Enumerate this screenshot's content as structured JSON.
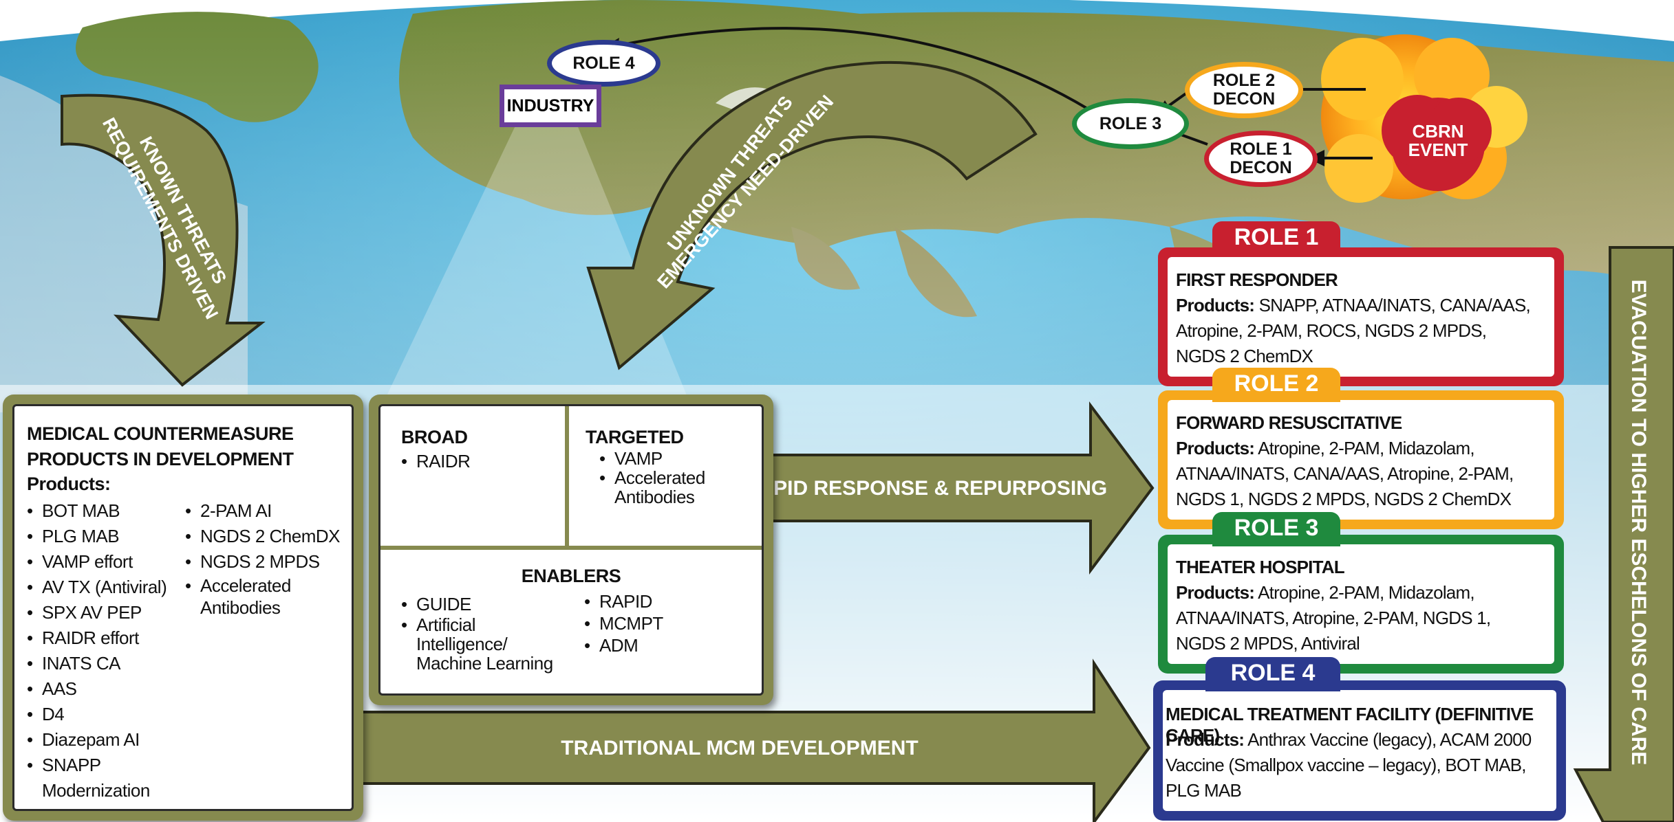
{
  "colors": {
    "olive": "#868a4f",
    "role1": "#c8202f",
    "role2": "#f6a81c",
    "role3": "#1f8a3e",
    "role4": "#2b3a8f",
    "industry": "#6a3d9a",
    "cbrn": "#c8202f"
  },
  "map_labels": {
    "role4": "ROLE 4",
    "industry": "INDUSTRY",
    "role3": "ROLE 3",
    "role2_decon": [
      "ROLE 2",
      "DECON"
    ],
    "role1_decon": [
      "ROLE 1",
      "DECON"
    ],
    "cbrn_event": [
      "CBRN",
      "EVENT"
    ]
  },
  "curved_arrows": {
    "known_threats": [
      "KNOWN THREATS",
      "REQUIREMENTS DRIVEN"
    ],
    "unknown_threats": [
      "UNKNOWN THREATS",
      "EMERGENCY NEED-DRIVEN"
    ]
  },
  "mcm_box": {
    "title": [
      "MEDICAL COUNTERMEASURE",
      "PRODUCTS IN DEVELOPMENT"
    ],
    "products_label": "Products:",
    "col1": [
      "BOT MAB",
      "PLG MAB",
      "VAMP effort",
      "AV TX (Antiviral)",
      "SPX AV PEP",
      "RAIDR effort",
      "INATS CA",
      "AAS",
      "D4",
      "Diazepam AI",
      "SNAPP",
      "Modernization"
    ],
    "col2": [
      "2-PAM AI",
      "NGDS 2 ChemDX",
      "NGDS 2 MPDS",
      "Accelerated",
      "Antibodies"
    ]
  },
  "rapid_box": {
    "broad_title": "BROAD",
    "broad_items": [
      "RAIDR"
    ],
    "targeted_title": "TARGETED",
    "targeted_items": [
      "VAMP",
      "Accelerated",
      "Antibodies"
    ],
    "enablers_title": "ENABLERS",
    "enablers_col1": [
      "GUIDE",
      "Artificial",
      "Intelligence/",
      "Machine Learning"
    ],
    "enablers_col2": [
      "RAPID",
      "MCMPT",
      "ADM"
    ]
  },
  "flow_arrows": {
    "rapid": "RAPID RESPONSE & REPURPOSING",
    "traditional": "TRADITIONAL MCM DEVELOPMENT",
    "evacuation": "EVACUATION TO HIGHER ESCHELONS OF CARE"
  },
  "roles": [
    {
      "tab": "ROLE 1",
      "title": "FIRST RESPONDER",
      "products_label": "Products:",
      "lines": [
        " SNAPP, ATNAA/INATS, CANA/AAS,",
        "Atropine, 2-PAM, ROCS, NGDS 2 MPDS,",
        "NGDS 2 ChemDX"
      ]
    },
    {
      "tab": "ROLE 2",
      "title": "FORWARD RESUSCITATIVE",
      "products_label": "Products:",
      "lines": [
        " Atropine, 2-PAM, Midazolam,",
        "ATNAA/INATS, CANA/AAS, Atropine, 2-PAM,",
        "NGDS 1, NGDS 2 MPDS, NGDS 2 ChemDX"
      ]
    },
    {
      "tab": "ROLE 3",
      "title": "THEATER HOSPITAL",
      "products_label": "Products:",
      "lines": [
        " Atropine, 2-PAM, Midazolam,",
        "ATNAA/INATS, Atropine, 2-PAM, NGDS 1,",
        "NGDS 2 MPDS, Antiviral"
      ]
    },
    {
      "tab": "ROLE 4",
      "title": "MEDICAL TREATMENT FACILITY (DEFINITIVE CARE)",
      "products_label": "Products:",
      "lines": [
        " Anthrax Vaccine (legacy), ACAM 2000",
        "Vaccine (Smallpox vaccine – legacy), BOT MAB,",
        "PLG MAB"
      ]
    }
  ]
}
